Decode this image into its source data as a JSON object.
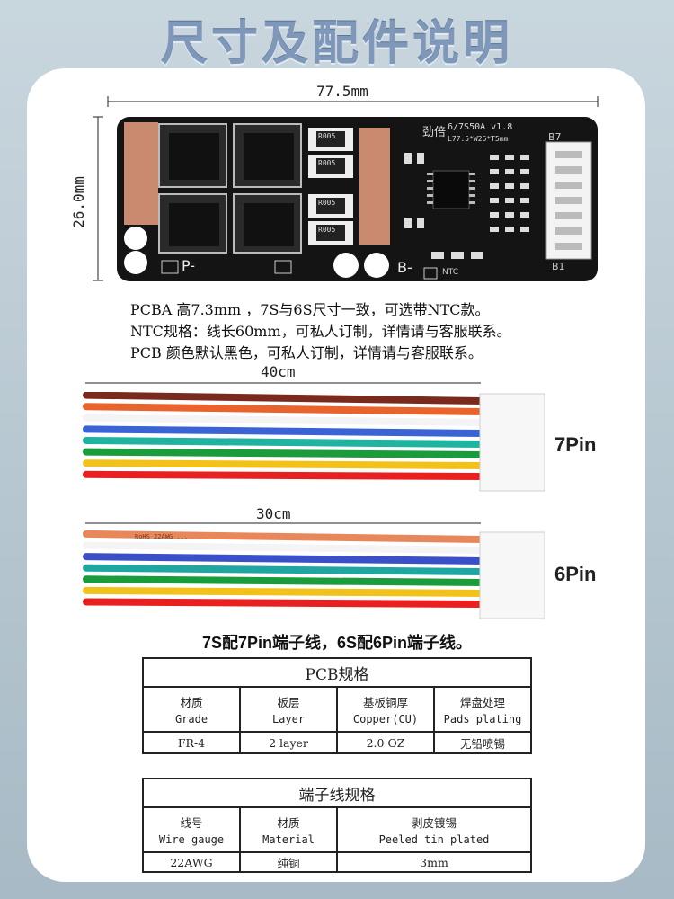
{
  "title": "尺寸及配件说明",
  "pcb": {
    "width_label": "77.5mm",
    "height_label": "26.0mm",
    "brand": "劲倍",
    "model": "6/7S50A v1.8",
    "dims": "L77.5*W26*T5mm",
    "mosfet_marks": [
      "R005",
      "R005",
      "R005",
      "R005"
    ],
    "pad_labels": {
      "p_minus": "P-",
      "b_minus": "B-",
      "b7": "B7",
      "b1": "B1",
      "ntc": "NTC"
    }
  },
  "notes": [
    "PCBA 高7.3mm ，7S与6S尺寸一致，可选带NTC款。",
    "NTC规格：线长60mm，可私人订制，详情请与客服联系。",
    "PCB 颜色默认黑色，可私人订制，详情请与客服联系。"
  ],
  "cable_7pin": {
    "length_label": "40cm",
    "pin_label": "7Pin",
    "wire_colors": [
      "#7a2a1c",
      "#e8642c",
      "#ffffff",
      "#3a64d6",
      "#1fb3a0",
      "#1a9c3c",
      "#f2c21a",
      "#e82020"
    ]
  },
  "cable_6pin": {
    "length_label": "30cm",
    "pin_label": "6Pin",
    "print_text": "RoHS 22AWG ...",
    "wire_colors": [
      "#e8885a",
      "#ffffff",
      "#3a50c8",
      "#1fa6a0",
      "#1a9c3c",
      "#f2c21a",
      "#e82020"
    ]
  },
  "caption": "7S配7Pin端子线，6S配6Pin端子线。",
  "pcb_spec": {
    "title": "PCB规格",
    "headers": [
      {
        "cn": "材质",
        "en": "Grade"
      },
      {
        "cn": "板层",
        "en": "Layer"
      },
      {
        "cn": "基板铜厚",
        "en": "Copper(CU)"
      },
      {
        "cn": "焊盘处理",
        "en": "Pads plating"
      }
    ],
    "values": [
      "FR-4",
      "2  layer",
      "2.0 OZ",
      "无铅喷锡"
    ]
  },
  "wire_spec": {
    "title": "端子线规格",
    "headers": [
      {
        "cn": "线号",
        "en": "Wire gauge"
      },
      {
        "cn": "材质",
        "en": "Material"
      },
      {
        "cn": "剥皮镀锡",
        "en": "Peeled tin plated"
      }
    ],
    "values": [
      "22AWG",
      "纯铜",
      "3mm"
    ]
  }
}
